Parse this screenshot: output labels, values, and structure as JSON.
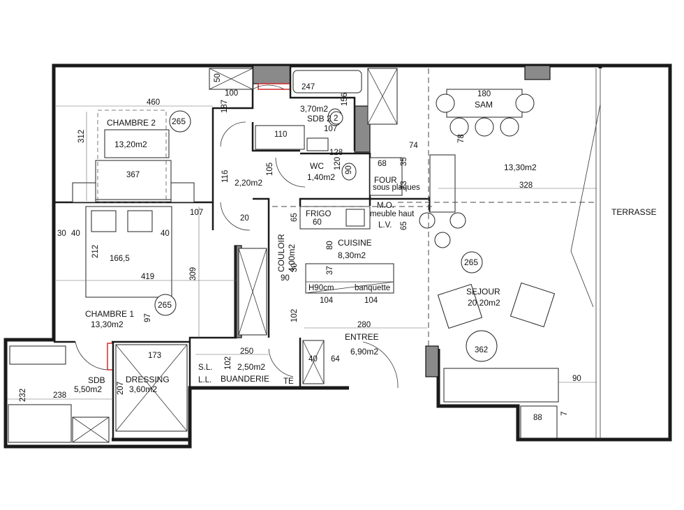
{
  "rooms": {
    "chambre2": {
      "name": "CHAMBRE 2",
      "area": "13,20m2",
      "height": "265"
    },
    "sdb2": {
      "name": "SDB 2",
      "area": "3,70m2"
    },
    "wc": {
      "name": "WC",
      "area": "1,40m2"
    },
    "degagement": {
      "area": "2,20m2"
    },
    "chambre1": {
      "name": "CHAMBRE 1",
      "area": "13,30m2",
      "height": "265"
    },
    "sdb": {
      "name": "SDB",
      "area": "5,50m2"
    },
    "dressing": {
      "name": "DRESSING",
      "area": "3,60m2"
    },
    "buanderie": {
      "name": "BUANDERIE",
      "area": "2,50m2"
    },
    "couloir": {
      "name": "COULOIR",
      "area": "4,00m2"
    },
    "cuisine": {
      "name": "CUISINE",
      "area": "8,30m2"
    },
    "entree": {
      "name": "ENTREE",
      "area": "6,90m2"
    },
    "sejour": {
      "name": "SEJOUR",
      "area": "20,20m2",
      "height": "265"
    },
    "sam": {
      "name": "SAM",
      "area": "13,30m2"
    },
    "terrasse": {
      "name": "TERRASSE"
    }
  },
  "labels": {
    "frigo": "FRIGO",
    "four": "FOUR",
    "sous_plaques": "sous plaques",
    "mo": "M.O.",
    "meuble_haut": "meuble haut",
    "lv": "L.V.",
    "sl": "S.L.",
    "ll": "L.L.",
    "te": "TE",
    "h90": "H90cm",
    "banquette": "banquette",
    "table362": "362"
  },
  "dimensions": {
    "d460": "460",
    "d312": "312",
    "d367": "367",
    "d187": "187",
    "d100": "100",
    "d50": "50",
    "d247": "247",
    "d156": "156",
    "d107a": "107",
    "d110": "110",
    "d128": "128",
    "d116": "116",
    "d105": "105",
    "d120": "120",
    "d90a": "90",
    "d68": "68",
    "d35": "35",
    "d73": "73",
    "d74": "74",
    "d180": "180",
    "d78": "78",
    "d328": "328",
    "d107b": "107",
    "d20": "20",
    "d65a": "65",
    "d60": "60",
    "d65b": "65",
    "d30a": "30",
    "d40a": "40",
    "d40b": "40",
    "d212": "212",
    "d166": "166,5",
    "d419": "419",
    "d309": "309",
    "d97": "97",
    "d80": "80",
    "d37": "37",
    "d90b": "90",
    "d30b": "30",
    "d104a": "104",
    "d104b": "104",
    "d102a": "102",
    "d280": "280",
    "d250": "250",
    "d102b": "102",
    "d40c": "40",
    "d64": "64",
    "d173": "173",
    "d207": "207",
    "d232": "232",
    "d238": "238",
    "d90c": "90",
    "d88": "88",
    "d7": "7",
    "d2": "2"
  },
  "colors": {
    "wall": "#8a8a8a",
    "accent": "#d42a2a"
  }
}
